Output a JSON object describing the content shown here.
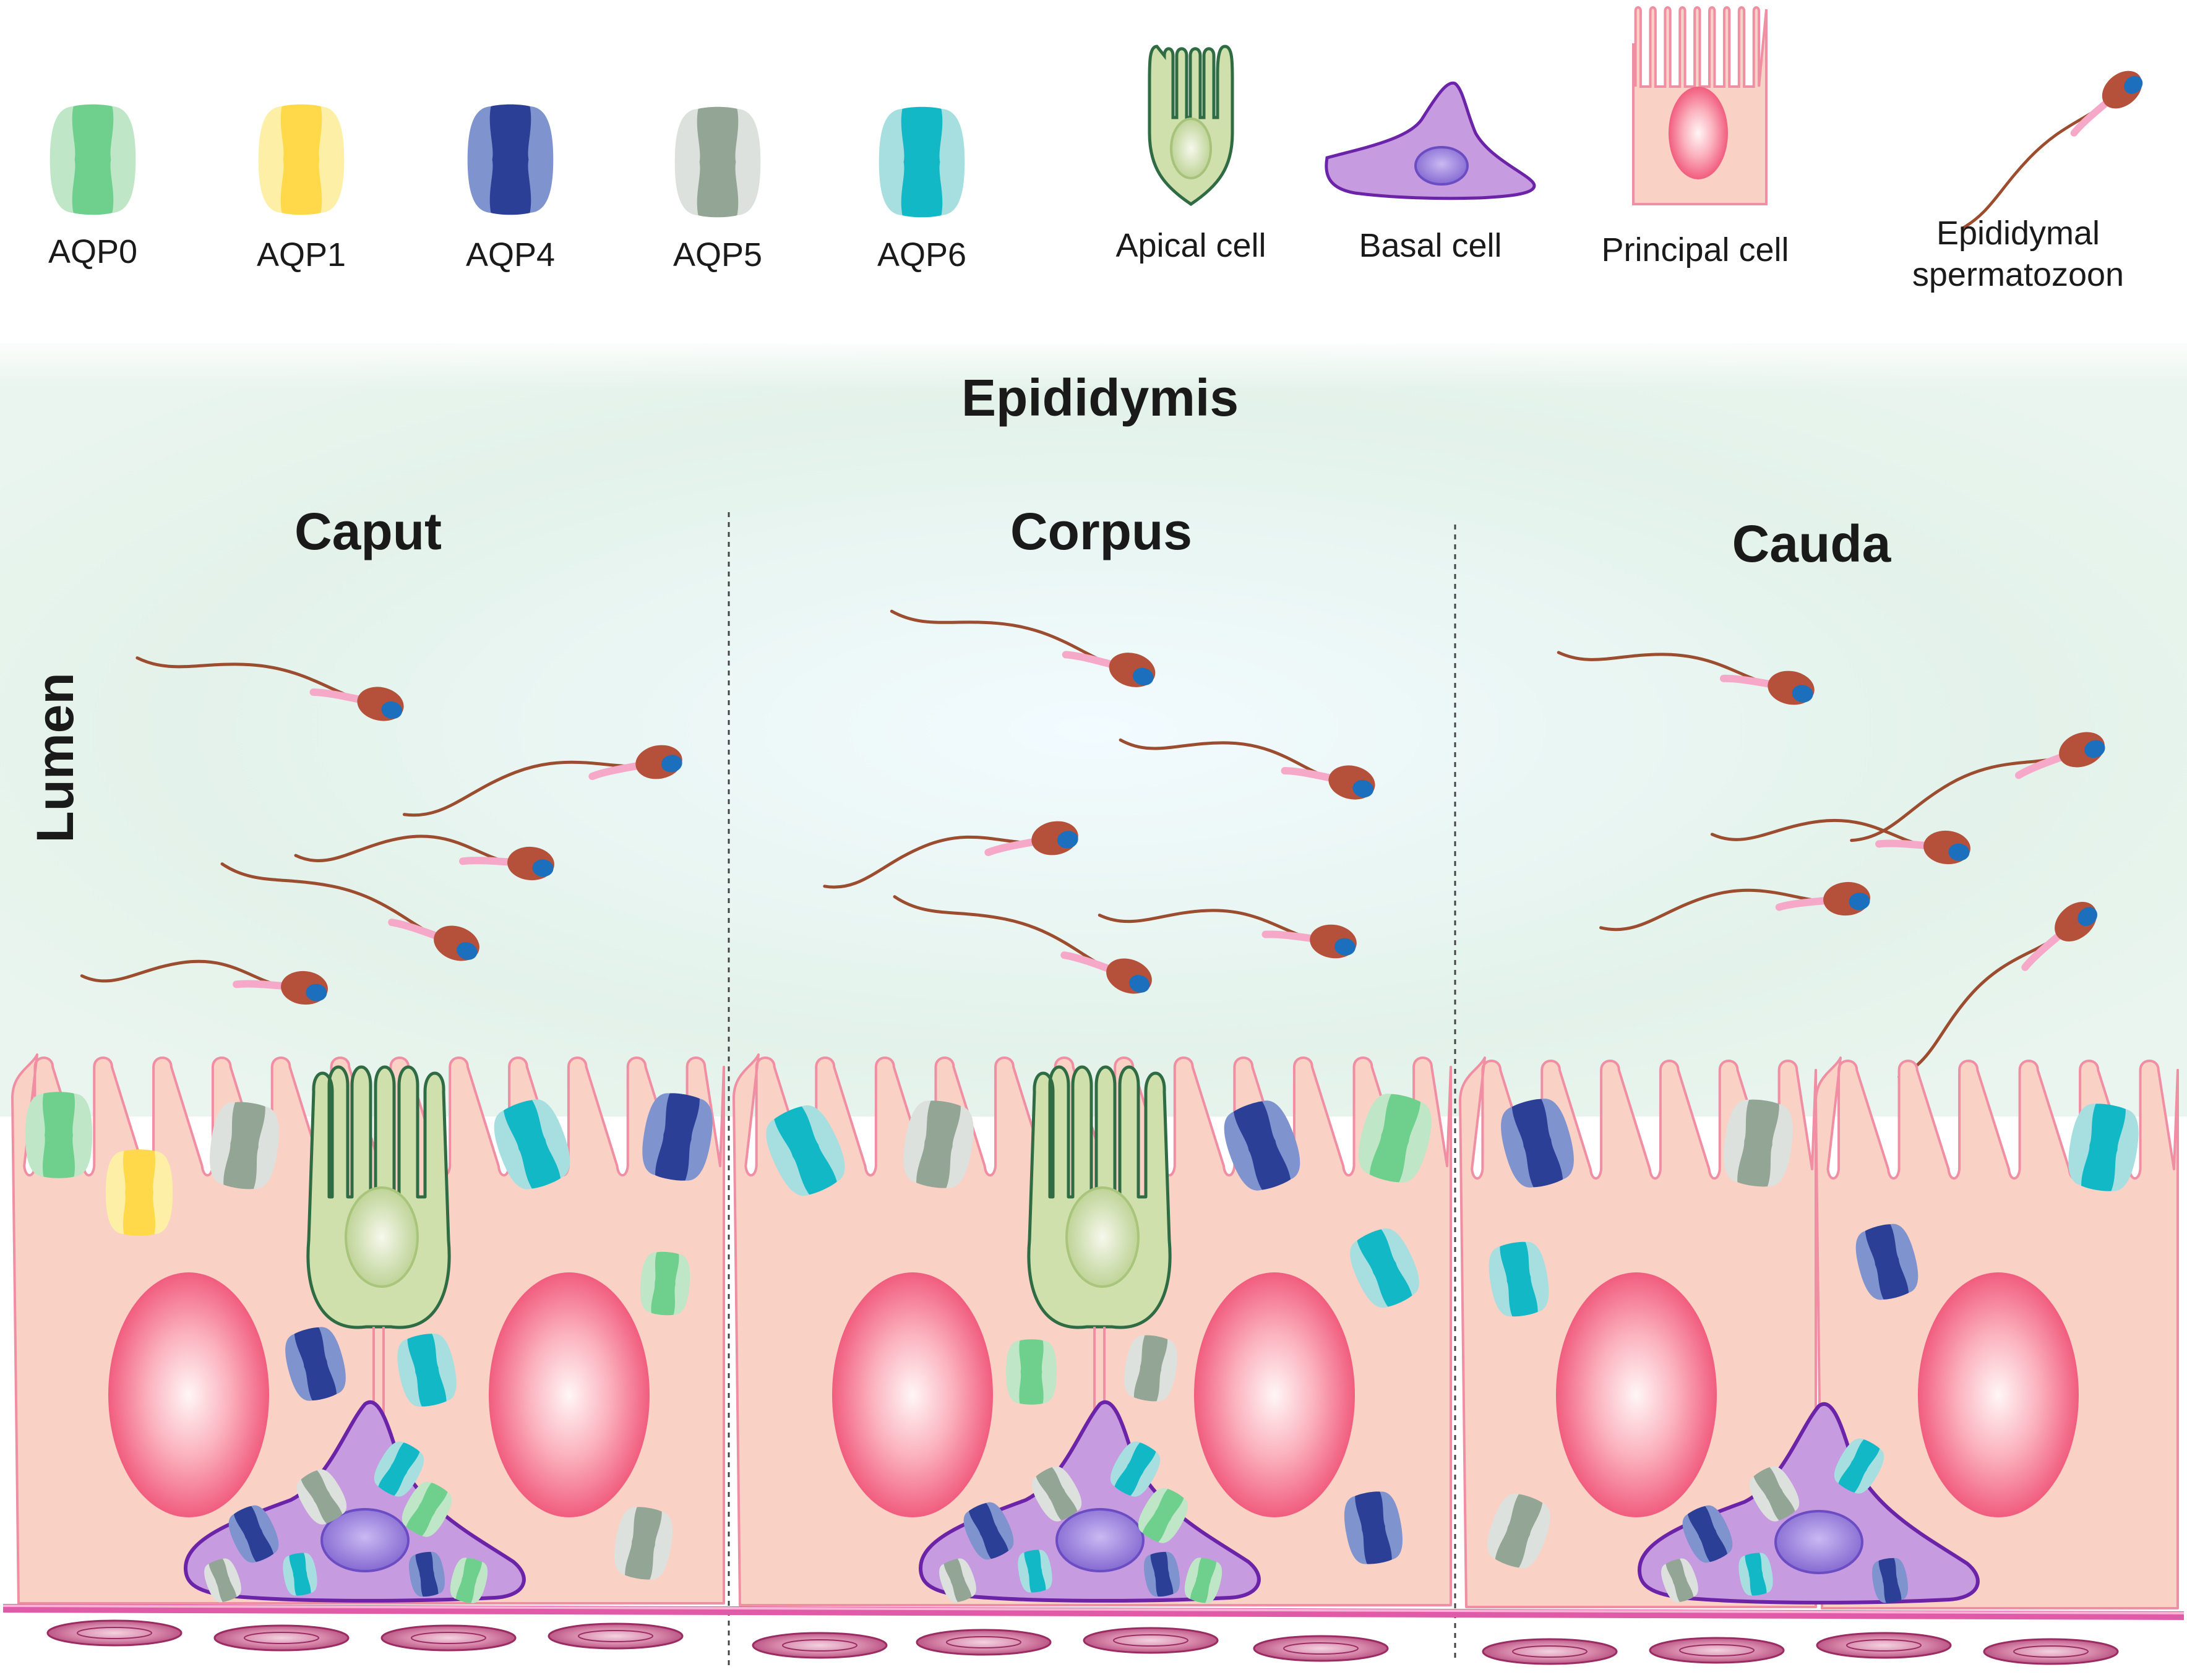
{
  "colors": {
    "aqp0": {
      "core": "#6fd08e",
      "wing": "#bfe6c6"
    },
    "aqp1": {
      "core": "#ffd94a",
      "wing": "#fdf0a6"
    },
    "aqp4": {
      "core": "#2b3f97",
      "wing": "#7f93cf"
    },
    "aqp5": {
      "core": "#93a595",
      "wing": "#dde1dd"
    },
    "aqp6": {
      "core": "#12b8c6",
      "wing": "#a7dfe1"
    },
    "principal_fill": "#f9d1c5",
    "principal_stroke": "#f08ea4",
    "nucleus_core": "#fff4f4",
    "nucleus_edge": "#f04f73",
    "apical_fill": "#cfe0ad",
    "apical_stroke": "#2f6b43",
    "basal_fill": "#c79be0",
    "basal_stroke": "#6b23a8",
    "basal_nucleus": "#8d72d9",
    "sperm_head": "#b5503a",
    "sperm_acrosome": "#1c6fbd",
    "sperm_mid": "#f6a8c8",
    "sperm_tail": "#9c4c2f",
    "lumen_tint": "#e3f2ea",
    "basement": "#e05aa8",
    "stromal_fill": "#d27fa3",
    "stromal_edge": "#9b2c62"
  },
  "legend": {
    "aqp0": "AQP0",
    "aqp1": "AQP1",
    "aqp4": "AQP4",
    "aqp5": "AQP5",
    "aqp6": "AQP6",
    "apical": "Apical cell",
    "basal": "Basal cell",
    "principal": "Principal cell",
    "sperm_line1": "Epididymal",
    "sperm_line2": "spermatozoon"
  },
  "diagram": {
    "title": "Epididymis",
    "side_label": "Lumen",
    "regions": {
      "caput": "Caput",
      "corpus": "Corpus",
      "cauda": "Cauda"
    }
  }
}
